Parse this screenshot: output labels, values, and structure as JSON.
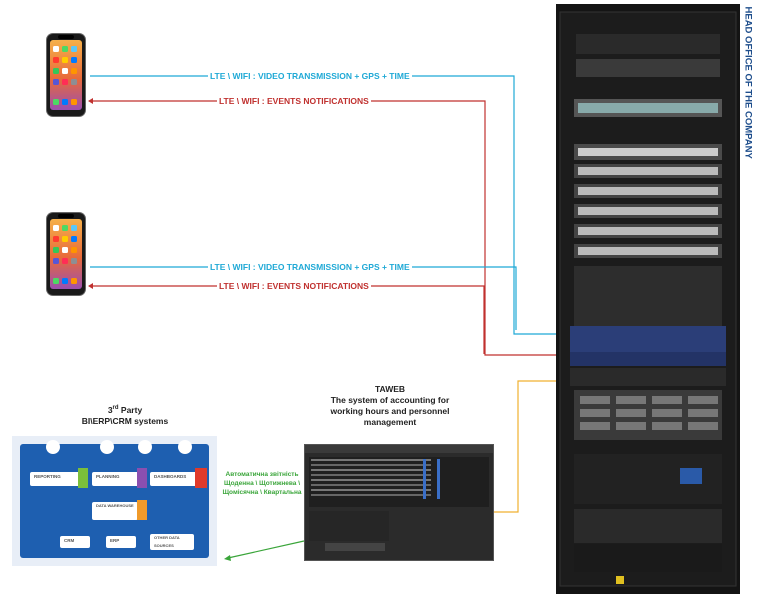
{
  "head_office_label": "HEAD OFFICE OF THE COMPANY",
  "links": {
    "video_1": "LTE \\ WIFI : VIDEO TRANSMISSION + GPS + TIME",
    "events_1": "LTE \\ WIFI : EVENTS NOTIFICATIONS",
    "video_2": "LTE \\ WIFI : VIDEO TRANSMISSION + GPS + TIME",
    "events_2": "LTE \\ WIFI : EVENTS NOTIFICATIONS"
  },
  "third_party": {
    "title_line1_main": "3",
    "title_line1_sup": "rd",
    "title_line1_rest": " Party",
    "title_line2": "BI\\ERP\\CRM systems",
    "cards": {
      "reporting": "REPORTING",
      "planning": "PLANNING",
      "dashboards": "DASHBOARDS",
      "data_warehouse": "DATA WAREHOUSE",
      "crm": "CRM",
      "erp": "ERP",
      "other_sources": "OTHER DATA SOURCES"
    }
  },
  "taweb": {
    "name": "TAWEB",
    "description": "The system of accounting for working hours and personnel management"
  },
  "sync_label": {
    "line1": "Автоматична звітність",
    "line2": "Щоденна \\ Щотижнева \\",
    "line3": "Щомісячна \\ Квартальна"
  },
  "colors": {
    "video_link": "#1fa9d6",
    "events_link": "#c0312f",
    "taweb_link": "#f0b030",
    "sync_link": "#3aa53a",
    "head_office": "#1e4e8c"
  },
  "icons": [
    "smartphone-icon",
    "server-rack-icon",
    "monitor-icon",
    "mail-icon",
    "org-chart-icon",
    "bar-chart-icon"
  ]
}
